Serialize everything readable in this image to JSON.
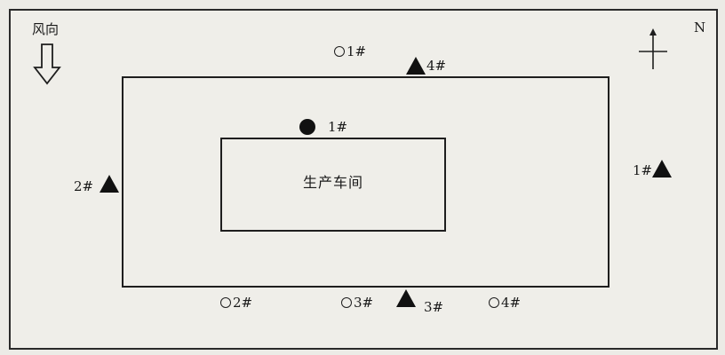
{
  "wind": {
    "label": "风向",
    "direction": "south"
  },
  "north": {
    "label": "N"
  },
  "workshop": {
    "label": "生产车间"
  },
  "markers": {
    "open_circles": [
      {
        "label": "1#"
      },
      {
        "label": "2#"
      },
      {
        "label": "3#"
      },
      {
        "label": "4#"
      }
    ],
    "filled_circle": {
      "label": "1#"
    },
    "triangles": [
      {
        "label": "1#"
      },
      {
        "label": "2#"
      },
      {
        "label": "3#"
      },
      {
        "label": "4#"
      }
    ]
  },
  "colors": {
    "background": "#ecebe6",
    "line": "#1e1e1e",
    "marker_fill": "#111111"
  }
}
